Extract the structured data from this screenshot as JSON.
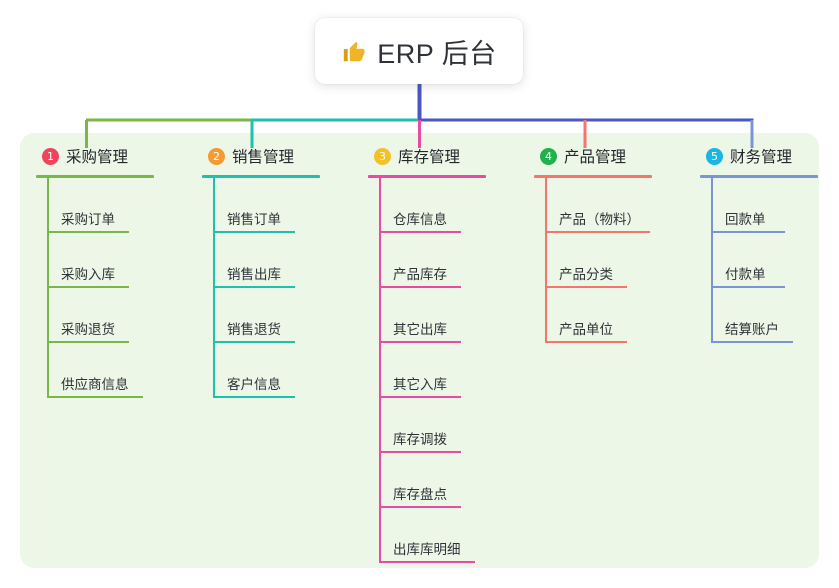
{
  "root": {
    "icon": "thumbs-up-icon",
    "title": "ERP 后台"
  },
  "palette": {
    "panel_bg": "#edf7e7",
    "page_bg": "#ffffff",
    "title_text": "#2f3338",
    "trunk": "#4a56c4"
  },
  "columns": [
    {
      "index": "1",
      "title": "采购管理",
      "badge_color": "#f1435e",
      "line_color": "#7ab648",
      "head_rule_width": 118,
      "items": [
        {
          "label": "采购订单",
          "rule_width": 82
        },
        {
          "label": "采购入库",
          "rule_width": 82
        },
        {
          "label": "采购退货",
          "rule_width": 82
        },
        {
          "label": "供应商信息",
          "rule_width": 96
        }
      ]
    },
    {
      "index": "2",
      "title": "销售管理",
      "badge_color": "#f59a31",
      "line_color": "#1fc0ad",
      "head_rule_width": 118,
      "items": [
        {
          "label": "销售订单",
          "rule_width": 82
        },
        {
          "label": "销售出库",
          "rule_width": 82
        },
        {
          "label": "销售退货",
          "rule_width": 82
        },
        {
          "label": "客户信息",
          "rule_width": 82
        }
      ]
    },
    {
      "index": "3",
      "title": "库存管理",
      "badge_color": "#f5c026",
      "line_color": "#e94ba0",
      "head_rule_width": 118,
      "items": [
        {
          "label": "仓库信息",
          "rule_width": 82
        },
        {
          "label": "产品库存",
          "rule_width": 82
        },
        {
          "label": "其它出库",
          "rule_width": 82
        },
        {
          "label": "其它入库",
          "rule_width": 82
        },
        {
          "label": "库存调拨",
          "rule_width": 82
        },
        {
          "label": "库存盘点",
          "rule_width": 82
        },
        {
          "label": "出库库明细",
          "rule_width": 96
        }
      ]
    },
    {
      "index": "4",
      "title": "产品管理",
      "badge_color": "#21b14e",
      "line_color": "#f4756b",
      "head_rule_width": 118,
      "items": [
        {
          "label": "产品（物料）",
          "rule_width": 105
        },
        {
          "label": "产品分类",
          "rule_width": 82
        },
        {
          "label": "产品单位",
          "rule_width": 82
        }
      ]
    },
    {
      "index": "5",
      "title": "财务管理",
      "badge_color": "#1ab5e0",
      "line_color": "#7b94d6",
      "head_rule_width": 118,
      "items": [
        {
          "label": "回款单",
          "rule_width": 74
        },
        {
          "label": "付款单",
          "rule_width": 74
        },
        {
          "label": "结算账户",
          "rule_width": 82
        }
      ]
    }
  ]
}
